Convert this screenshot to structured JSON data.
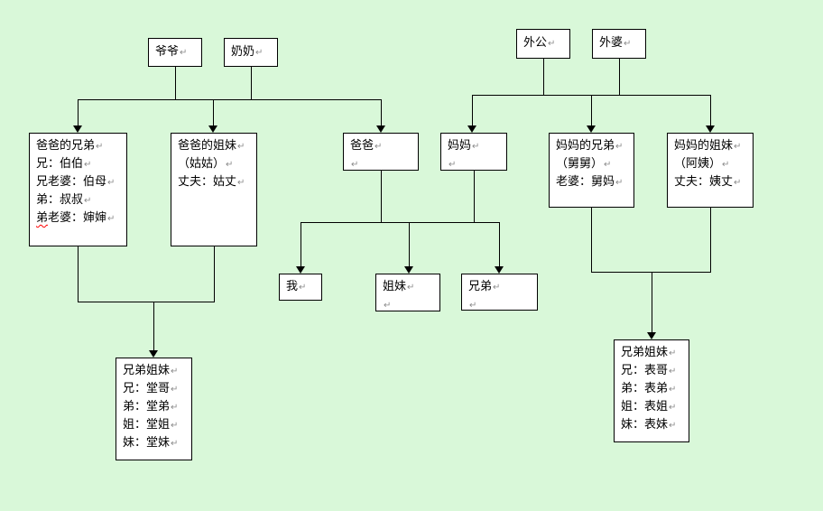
{
  "marks": {
    "paragraph": "↵"
  },
  "colors": {
    "background": "#d9f8d9",
    "box_fill": "#ffffff",
    "line": "#000000",
    "paragraph_mark": "#8a8a8a",
    "spellcheck": "#ff0000"
  },
  "nodes": {
    "yeye": {
      "label": "爷爷"
    },
    "nainai": {
      "label": "奶奶"
    },
    "waigong": {
      "label": "外公"
    },
    "waipo": {
      "label": "外婆"
    },
    "fathers_brothers": {
      "lines": [
        "爸爸的兄弟",
        "兄：伯伯",
        "兄老婆：伯母",
        "弟：叔叔"
      ],
      "marked": "弟",
      "marked_rest": "老婆：婶婶"
    },
    "fathers_sisters": {
      "lines": [
        "爸爸的姐妹",
        "（姑姑）",
        "丈夫：姑丈"
      ]
    },
    "father": {
      "label": "爸爸"
    },
    "mother": {
      "label": "妈妈"
    },
    "mothers_brothers": {
      "lines": [
        "妈妈的兄弟",
        "（舅舅）",
        "老婆：舅妈"
      ]
    },
    "mothers_sisters": {
      "lines": [
        "妈妈的姐妹",
        "（阿姨）",
        "丈夫：姨丈"
      ]
    },
    "me": {
      "label": "我"
    },
    "sisters": {
      "label": "姐妹"
    },
    "brothers": {
      "label": "兄弟"
    },
    "paternal_cousins": {
      "lines": [
        "兄弟姐妹",
        "兄：堂哥",
        "弟：堂弟",
        "姐：堂姐",
        "妹：堂妹"
      ]
    },
    "maternal_cousins": {
      "lines": [
        "兄弟姐妹",
        "兄：表哥",
        "弟：表弟",
        "姐：表姐",
        "妹：表妹"
      ]
    }
  }
}
